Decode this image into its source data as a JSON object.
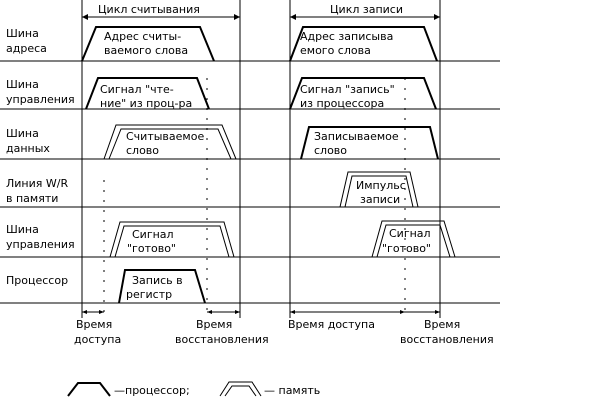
{
  "cycles": {
    "read": "Цикл считывания",
    "write": "Цикл записи"
  },
  "rows": [
    {
      "label1": "Шина",
      "label2": "адреса"
    },
    {
      "label1": "Шина",
      "label2": "управления"
    },
    {
      "label1": "Шина",
      "label2": "данных"
    },
    {
      "label1": "Линия W/R",
      "label2": "в памяти"
    },
    {
      "label1": "Шина",
      "label2": "управления"
    },
    {
      "label1": "Процессор",
      "label2": ""
    }
  ],
  "signals": {
    "addr_read": [
      "Адрес считы-",
      "ваемого слова"
    ],
    "addr_write": [
      "Адрес записыва",
      "емого слова"
    ],
    "ctrl_read": [
      "Сигнал \"чте-",
      "ние\" из проц-ра"
    ],
    "ctrl_write": [
      "Сигнал \"запись\"",
      "из процессора"
    ],
    "data_read": [
      "Считываемое",
      "слово"
    ],
    "data_write": [
      "Записываемое",
      "слово"
    ],
    "wr_pulse": [
      "Импульс",
      "записи"
    ],
    "ready_read": [
      "Сигнал",
      "\"готово\""
    ],
    "ready_write": [
      "Сигнал",
      "\"готово\""
    ],
    "cpu_write": [
      "Запись в",
      "регистр"
    ]
  },
  "times": {
    "access_read": [
      "Время",
      "доступа"
    ],
    "recovery_read": [
      "Время",
      "восстановления"
    ],
    "access_write": [
      "Время доступа"
    ],
    "recovery_write": [
      "Время",
      "восстановления"
    ]
  },
  "legend": {
    "processor": "—процессор;",
    "memory": "— память"
  }
}
